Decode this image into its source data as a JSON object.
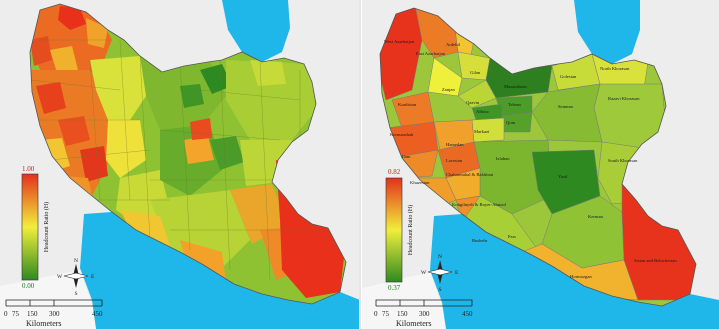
{
  "colors": {
    "water": "#1fb6ea",
    "background": "#ffffff",
    "outside_land": "#ededed",
    "scale_low": "#2e8b1f",
    "scale_mid": "#f0ee3a",
    "scale_high": "#ea3a1c"
  },
  "left_map": {
    "legend": {
      "max": "1.00",
      "min": "0.00",
      "title": "Headcount Ratio (H)"
    },
    "scalebar": {
      "ticks": [
        "0",
        "75",
        "150",
        "300",
        "450"
      ],
      "unit": "Kilometers"
    },
    "north_arrow": {
      "n": "N",
      "s": "S",
      "e": "E",
      "w": "W"
    }
  },
  "right_map": {
    "legend": {
      "max": "0.82",
      "min": "0.37",
      "title": "Headcount Ratio (H)"
    },
    "scalebar": {
      "ticks": [
        "0",
        "75",
        "150",
        "300",
        "450"
      ],
      "unit": "Kilometers"
    },
    "north_arrow": {
      "n": "N",
      "s": "S",
      "e": "E",
      "w": "W"
    },
    "province_labels": [
      "West Azarbaijan",
      "East Azarbaijan",
      "Ardebil",
      "Gilan",
      "Zanjan",
      "Qazvin",
      "Mazandaran",
      "Golestan",
      "North Khorasan",
      "Razavi Khorasan",
      "Semnan",
      "Tehran",
      "Alborz",
      "Qom",
      "Markazi",
      "Kurdistan",
      "Kermanshah",
      "Hamedan",
      "Ilam",
      "Lorestan",
      "Isfahan",
      "Yazd",
      "South Khorasan",
      "Chaharmahal & Bakhtiari",
      "Khuzestan",
      "Kohgiluyeh & Boyer-Ahmad",
      "Fars",
      "Bushehr",
      "Kerman",
      "Hormozgan",
      "Sistan and Baluchestan"
    ]
  }
}
